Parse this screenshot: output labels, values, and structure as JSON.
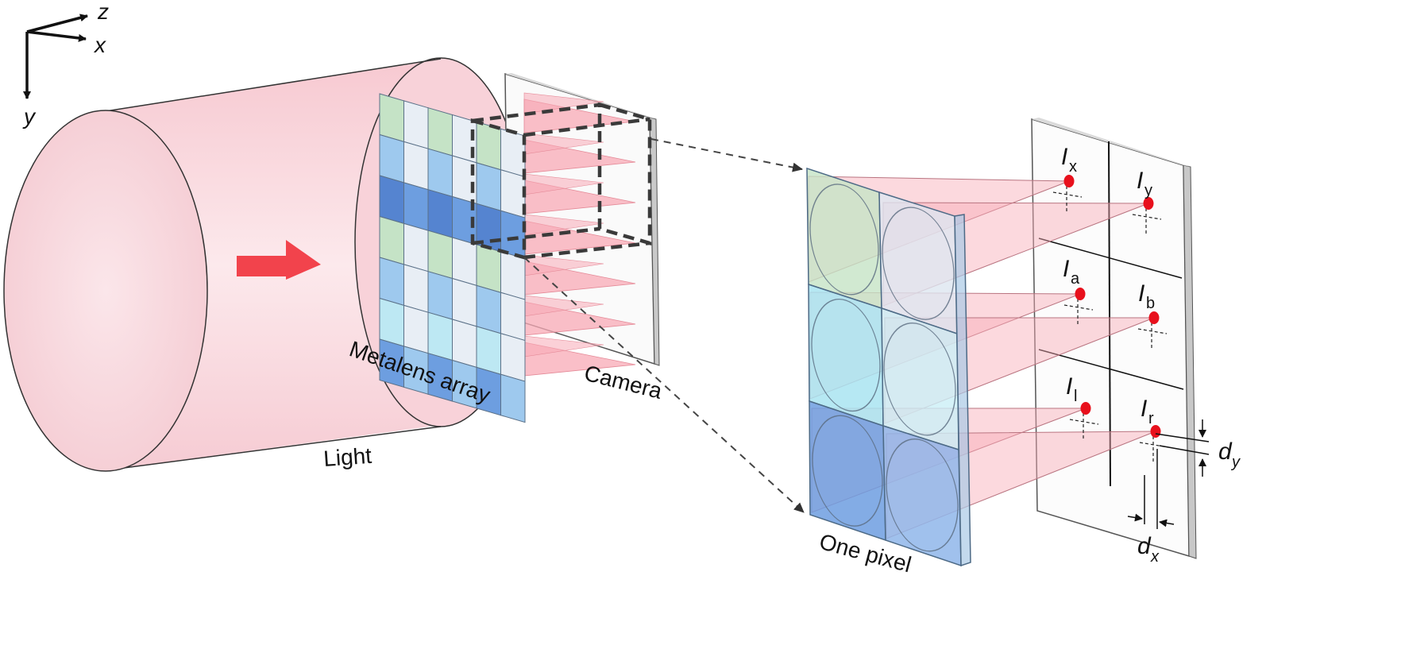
{
  "axes": {
    "z": "z",
    "x": "x",
    "y": "y"
  },
  "labels": {
    "light": "Light",
    "metalens_array": "Metalens array",
    "camera": "Camera",
    "one_pixel": "One pixel"
  },
  "spots": {
    "ix": {
      "main": "I",
      "sub": "x"
    },
    "iy": {
      "main": "I",
      "sub": "y"
    },
    "ia": {
      "main": "I",
      "sub": "a"
    },
    "ib": {
      "main": "I",
      "sub": "b"
    },
    "il": {
      "main": "I",
      "sub": "l"
    },
    "ir": {
      "main": "I",
      "sub": "r"
    }
  },
  "displacement": {
    "dy": {
      "main": "d",
      "sub": "y"
    },
    "dx": {
      "main": "d",
      "sub": "x"
    }
  },
  "colors": {
    "light_beam": "#f9d7dd",
    "light_beam_edge": "#f4bcc6",
    "arrow": "#f2434c",
    "cone": "#f8aab6",
    "spot": "#e8101c",
    "lens_green": "#c5e3c6",
    "lens_white": "#e8eef5",
    "lens_light_blue": "#9ec9ee",
    "lens_blue": "#6d9ee0",
    "lens_deep_blue": "#5584d0",
    "lens_cyan": "#bde8f3"
  }
}
